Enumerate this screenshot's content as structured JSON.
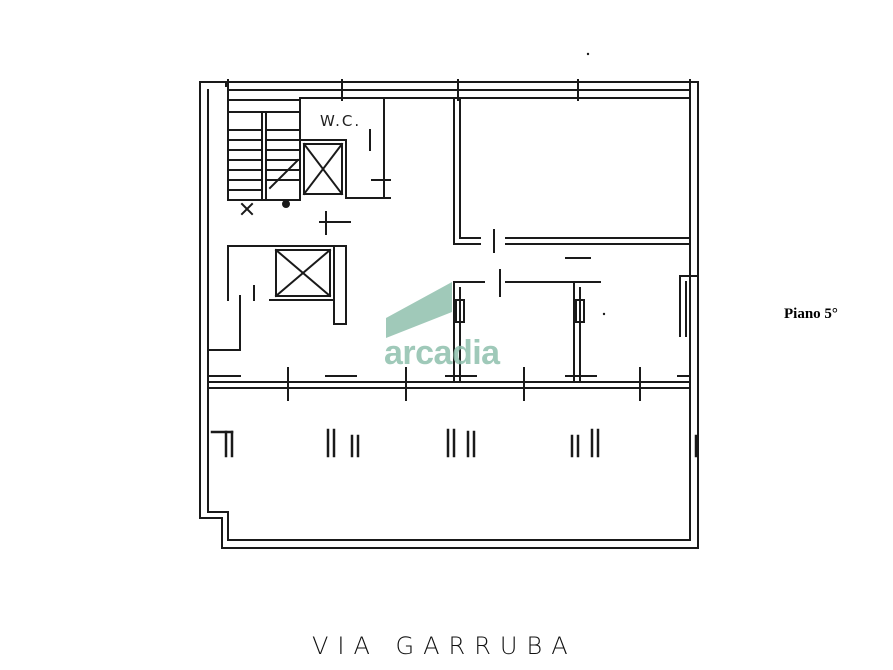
{
  "floor_label": "Piano 5°",
  "room_label": "W.C.",
  "street_label": "VIA GARRUBA",
  "watermark": {
    "text": "arcadia",
    "color": "#8fc0ad"
  },
  "colors": {
    "line": "#1a1a1a",
    "background": "#ffffff"
  }
}
